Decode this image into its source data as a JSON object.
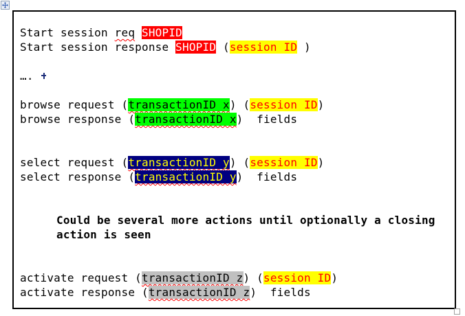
{
  "window": {
    "kind": "word-document-table",
    "icons": {
      "move_handle": "move-cross-arrows-icon",
      "resize_handle": "resize-corner-icon",
      "formatting_mark": "paragraph-mark-icon"
    },
    "colors": {
      "border": "#000000",
      "highlight_red": "#ff0000",
      "highlight_yellow": "#ffff00",
      "highlight_green": "#00ff00",
      "highlight_navy": "#000080",
      "highlight_gray": "#c0c0c0",
      "text_on_red": "#ffffff",
      "text_on_yellow": "#ff0000",
      "text_on_navy": "#ffff00",
      "spellcheck_squiggle": "#ff0000"
    }
  },
  "document": {
    "lines": [
      {
        "runs": [
          {
            "t": "Start session "
          },
          {
            "t": "req",
            "misspelled": true
          },
          {
            "t": " "
          },
          {
            "t": "SHOPID",
            "highlight": "red"
          }
        ]
      },
      {
        "runs": [
          {
            "t": "Start session response "
          },
          {
            "t": "SHOPID",
            "highlight": "red"
          },
          {
            "t": " ("
          },
          {
            "t": "session ID",
            "highlight": "yellow"
          },
          {
            "t": " )"
          }
        ]
      },
      {
        "runs": []
      },
      {
        "runs": [
          {
            "t": "…."
          },
          {
            "t": " "
          },
          {
            "icon": "paragraph-mark-icon"
          }
        ]
      },
      {
        "runs": []
      },
      {
        "runs": [
          {
            "t": "browse request ("
          },
          {
            "t": "transactionID x",
            "highlight": "green",
            "misspelled": true
          },
          {
            "t": ") ("
          },
          {
            "t": "session ID",
            "highlight": "yellow"
          },
          {
            "t": ")"
          }
        ]
      },
      {
        "runs": [
          {
            "t": "browse response ("
          },
          {
            "t": "transactionID x",
            "highlight": "green",
            "misspelled": true
          },
          {
            "t": ")  fields"
          }
        ]
      },
      {
        "runs": []
      },
      {
        "runs": []
      },
      {
        "runs": [
          {
            "t": "select request ("
          },
          {
            "t": "transactionID y",
            "highlight": "navy",
            "misspelled": true
          },
          {
            "t": ") ("
          },
          {
            "t": "session ID",
            "highlight": "yellow"
          },
          {
            "t": ")"
          }
        ]
      },
      {
        "runs": [
          {
            "t": "select response ("
          },
          {
            "t": "transactionID y",
            "highlight": "navy",
            "misspelled": true
          },
          {
            "t": ")  fields"
          }
        ]
      },
      {
        "runs": []
      },
      {
        "runs": []
      },
      {
        "indent": true,
        "runs": [
          {
            "t": "Could be several more actions until optionally a closing",
            "bold": true
          }
        ]
      },
      {
        "indent": true,
        "runs": [
          {
            "t": "action is seen",
            "bold": true
          }
        ]
      },
      {
        "runs": []
      },
      {
        "runs": []
      },
      {
        "runs": [
          {
            "t": "activate request ("
          },
          {
            "t": "transactionID z",
            "highlight": "gray",
            "misspelled": true
          },
          {
            "t": ") ("
          },
          {
            "t": "session ID",
            "highlight": "yellow"
          },
          {
            "t": ")"
          }
        ]
      },
      {
        "runs": [
          {
            "t": "activate response ("
          },
          {
            "t": "transactionID z",
            "highlight": "gray",
            "misspelled": true
          },
          {
            "t": ")  fields"
          }
        ]
      }
    ]
  }
}
